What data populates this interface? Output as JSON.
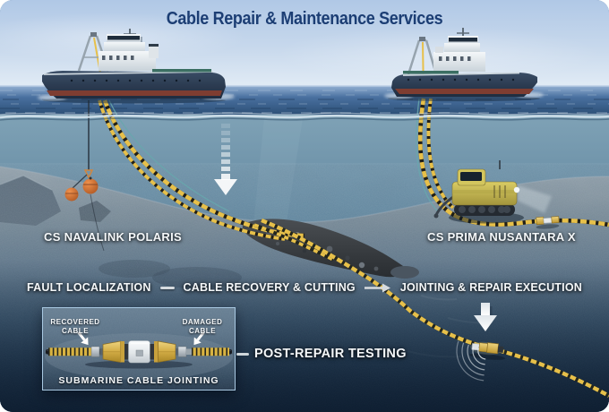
{
  "title": "Cable Repair & Maintenance Services",
  "ships": {
    "left": "CS NAVALINK POLARIS",
    "right": "CS PRIMA NUSANTARA X"
  },
  "process": {
    "step1": "FAULT LOCALIZATION",
    "step2": "CABLE RECOVERY & CUTTING",
    "step3": "JOINTING & REPAIR EXECUTION"
  },
  "inset": {
    "recovered_line1": "RECOVERED",
    "recovered_line2": "CABLE",
    "damaged_line1": "DAMAGED",
    "damaged_line2": "CABLE",
    "caption": "SUBMARINE CABLE JOINTING"
  },
  "post_repair": "POST-REPAIR TESTING",
  "colors": {
    "title_navy": "#1c3e74",
    "label_white": "#f4f7f9",
    "cable_yellow": "#e7c04a",
    "buoy_orange": "#d2703a",
    "rov_yellow": "#c9bb55"
  }
}
